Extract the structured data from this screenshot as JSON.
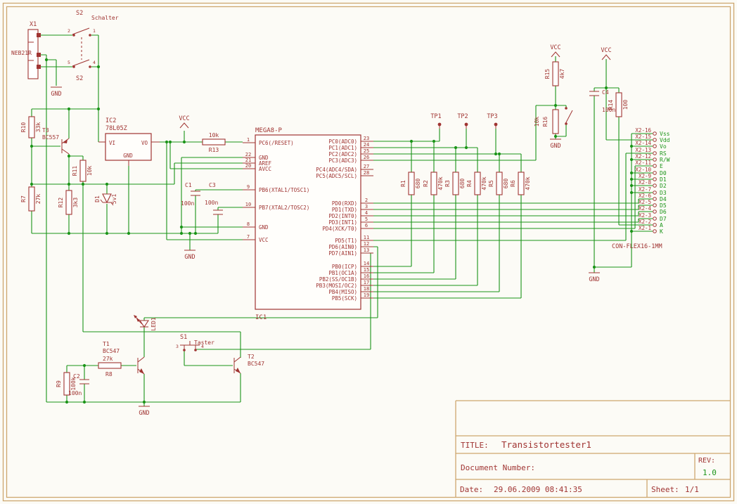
{
  "colors": {
    "wire_green": "#1a9418",
    "symbol_red": "#a03432",
    "frame_tan": "#cda66e",
    "background": "#fcfbf6"
  },
  "labels": {
    "gnd": "GND",
    "vcc": "VCC"
  },
  "power_input": {
    "x1": {
      "name": "X1",
      "value": "NEB21R"
    },
    "s2": {
      "name": "S2",
      "value": "Schalter",
      "pins_top": [
        "2",
        "1"
      ],
      "pins_bottom": [
        "5",
        "4"
      ]
    }
  },
  "regulator": {
    "name": "IC2",
    "value": "78L05Z",
    "pin_in": "VI",
    "pin_out": "VO",
    "pin_gnd": "GND"
  },
  "bias": {
    "r10": {
      "name": "R10",
      "value": "33k"
    },
    "r11": {
      "name": "R11",
      "value": "10k"
    },
    "r7": {
      "name": "R7",
      "value": "27k"
    },
    "r12": {
      "name": "R12",
      "value": "3k3"
    },
    "d1": {
      "name": "D1",
      "value": "5v1"
    },
    "t3": {
      "name": "T3",
      "value": "BC557"
    },
    "r13": {
      "name": "R13",
      "value": "10k"
    }
  },
  "mcu": {
    "name": "IC1",
    "value": "MEGA8-P",
    "left_pins": [
      {
        "label": "PC6(/RESET)",
        "num": "1"
      },
      {
        "label": "GND",
        "num": "22"
      },
      {
        "label": "AREF",
        "num": "21"
      },
      {
        "label": "AVCC",
        "num": "20"
      },
      {
        "label": "PB6(XTAL1/TOSC1)",
        "num": "9"
      },
      {
        "label": "PB7(XTAL2/TOSC2)",
        "num": "10"
      },
      {
        "label": "GND",
        "num": "8"
      },
      {
        "label": "VCC",
        "num": "7"
      }
    ],
    "right_pins": [
      {
        "label": "PC0(ADC0)",
        "num": "23"
      },
      {
        "label": "PC1(ADC1)",
        "num": "24"
      },
      {
        "label": "PC2(ADC2)",
        "num": "25"
      },
      {
        "label": "PC3(ADC3)",
        "num": "26"
      },
      {
        "label": "PC4(ADC4/SDA)",
        "num": "27"
      },
      {
        "label": "PC5(ADC5/SCL)",
        "num": "28"
      },
      {
        "label": "PD0(RXD)",
        "num": "2"
      },
      {
        "label": "PD1(TXD)",
        "num": "3"
      },
      {
        "label": "PD2(INT0)",
        "num": "4"
      },
      {
        "label": "PD3(INT1)",
        "num": "5"
      },
      {
        "label": "PD4(XCK/T0)",
        "num": "6"
      },
      {
        "label": "PD5(T1)",
        "num": "11"
      },
      {
        "label": "PD6(AIN0)",
        "num": "12"
      },
      {
        "label": "PD7(AIN1)",
        "num": "13"
      },
      {
        "label": "PB0(ICP)",
        "num": "14"
      },
      {
        "label": "PB1(OC1A)",
        "num": "15"
      },
      {
        "label": "PB2(SS/OC1B)",
        "num": "16"
      },
      {
        "label": "PB3(MOSI/OC2)",
        "num": "17"
      },
      {
        "label": "PB4(MISO)",
        "num": "18"
      },
      {
        "label": "PB5(SCK)",
        "num": "19"
      }
    ]
  },
  "xtal": {
    "c1": {
      "name": "C1",
      "value": "100n"
    },
    "c3": {
      "name": "C3",
      "value": "100n"
    }
  },
  "probes": {
    "testpoints": [
      "TP1",
      "TP2",
      "TP3"
    ],
    "resistors": [
      {
        "name": "R1",
        "value": "680"
      },
      {
        "name": "R2",
        "value": "470k"
      },
      {
        "name": "R3",
        "value": "680"
      },
      {
        "name": "R4",
        "value": "470k"
      },
      {
        "name": "R5",
        "value": "680"
      },
      {
        "name": "R6",
        "value": "470k"
      }
    ]
  },
  "supply_right": {
    "r15": {
      "name": "R15",
      "value": "4k7"
    },
    "r16": {
      "name": "R16",
      "value": "10k"
    },
    "c4": {
      "name": "C4",
      "value": "100n"
    },
    "r14": {
      "name": "R14",
      "value": "100"
    }
  },
  "lcd": {
    "connector": "CON-FLEX16-1MM",
    "pins": [
      {
        "pin": "X2-16",
        "net": "Vss"
      },
      {
        "pin": "X2-15",
        "net": "Vdd"
      },
      {
        "pin": "X2-14",
        "net": "Vo"
      },
      {
        "pin": "X2-13",
        "net": "RS"
      },
      {
        "pin": "X2-12",
        "net": "R/W"
      },
      {
        "pin": "X2-11",
        "net": "E"
      },
      {
        "pin": "X2-10",
        "net": "D0"
      },
      {
        "pin": "X2-9",
        "net": "D1"
      },
      {
        "pin": "X2-8",
        "net": "D2"
      },
      {
        "pin": "X2-7",
        "net": "D3"
      },
      {
        "pin": "X2-6",
        "net": "D4"
      },
      {
        "pin": "X2-5",
        "net": "D5"
      },
      {
        "pin": "X2-4",
        "net": "D6"
      },
      {
        "pin": "X2-3",
        "net": "D7"
      },
      {
        "pin": "X2-2",
        "net": "A"
      },
      {
        "pin": "X2-1",
        "net": "K"
      }
    ]
  },
  "user_io": {
    "led": {
      "name": "LED1"
    },
    "t1": {
      "name": "T1",
      "value": "BC547"
    },
    "t2": {
      "name": "T2",
      "value": "BC547"
    },
    "s1": {
      "name": "S1",
      "value": "Taster",
      "pins": [
        "3",
        "4"
      ]
    },
    "r8": {
      "name": "R8",
      "value": "27k"
    },
    "r9": {
      "name": "R9",
      "value": "100k"
    },
    "c2": {
      "name": "C2",
      "value": "100n"
    }
  },
  "title_block": {
    "title_label": "TITLE:",
    "title": "Transistortester1",
    "document_label": "Document Number:",
    "rev_label": "REV:",
    "rev_value": "1.0",
    "date_label": "Date:",
    "date_value": "29.06.2009 08:41:35",
    "sheet_label": "Sheet:",
    "sheet_value": "1/1"
  }
}
